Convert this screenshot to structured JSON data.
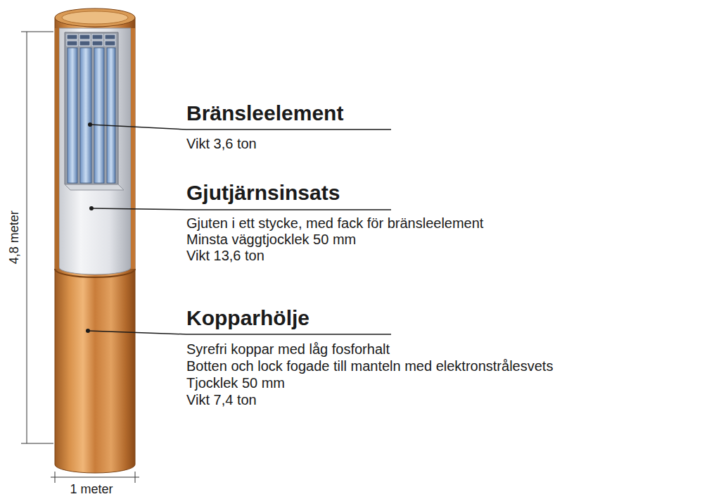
{
  "diagram": {
    "labels": [
      "Bränsleelement",
      "Vikt 3,6 ton",
      "Gjutjärnsinsats",
      "Gjuten i ett stycke, med fack för bränsleelement",
      "Minsta väggtjocklek 50 mm",
      "Vikt 13,6 ton",
      "Kopparhölje",
      "Syrefri koppar med låg fosforhalt",
      "Botten och lock fogade till manteln med elektronstrålesvets",
      "Tjocklek 50 mm",
      "Vikt 7,4 ton",
      "4,8 meter",
      "1 meter"
    ]
  }
}
